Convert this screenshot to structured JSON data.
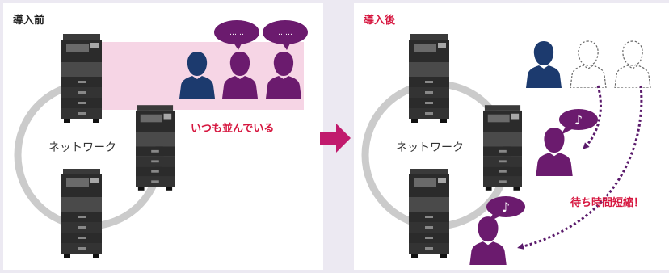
{
  "before": {
    "heading": "導入前",
    "network_label": "ネットワーク",
    "callout": "いつも並んでいる",
    "bubble_text": "……"
  },
  "after": {
    "heading": "導入後",
    "network_label": "ネットワーク",
    "callout": "待ち時間短縮！",
    "bubble_text": "♪"
  },
  "colors": {
    "accent_red": "#d6163f",
    "purple": "#6b1b6e",
    "navy": "#1c3a6e",
    "ring_gray": "#cbcbcb",
    "queue_pink": "#f6d5e5",
    "arrow_magenta": "#c11a6d"
  }
}
